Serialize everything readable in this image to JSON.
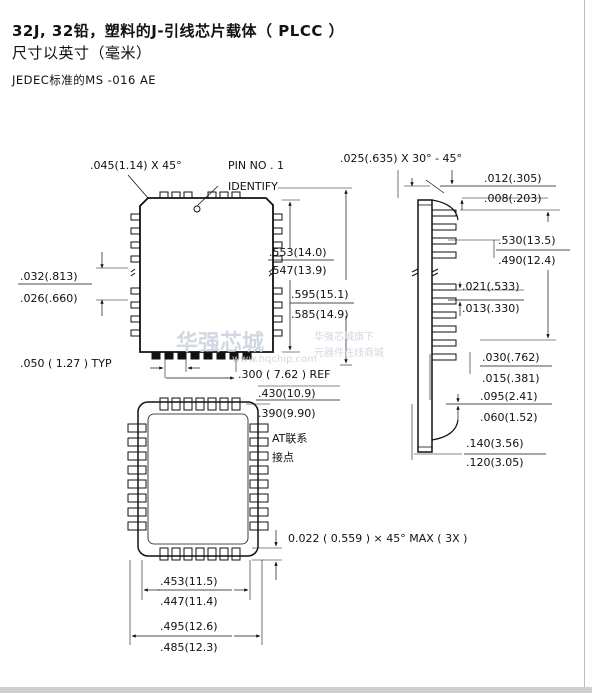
{
  "header": {
    "title": "32J, 32铅，塑料的J-引线芯片载体（  PLCC ）",
    "subtitle": "尺寸以英寸（毫米）",
    "jedec": "JEDEC标准的MS -016 AE"
  },
  "top_view": {
    "chamfer": ".045(1.14) X 45°",
    "pin_no": "PIN NO . 1",
    "identify": "IDENTIFY",
    "lead_width_a": ".032(.813)",
    "lead_width_b": ".026(.660)",
    "body_width_a": ".553(14.0)",
    "body_width_b": ".547(13.9)",
    "overall_a": ".595(15.1)",
    "overall_b": ".585(14.9)",
    "pitch": ".050  (  1.27  )  TYP",
    "ref": ".300  (  7.62  )  REF"
  },
  "side_view": {
    "tip_angle": ".025(.635) X 30° - 45°",
    "dim1_a": ".012(.305)",
    "dim1_b": ".008(.203)",
    "dim2_a": ".530(13.5)",
    "dim2_b": ".490(12.4)",
    "dim3_a": ".021(.533)",
    "dim3_b": ".013(.330)",
    "dim4_a": ".030(.762)",
    "dim4_b": ".015(.381)",
    "dim5_a": ".095(2.41)",
    "dim5_b": ".060(1.52)",
    "dim6_a": ".140(3.56)",
    "dim6_b": ".120(3.05)"
  },
  "bottom_view": {
    "seat_a": ".430(10.9)",
    "seat_b": ".390(9.90)",
    "contact_1": "AT联系",
    "contact_2": "接点",
    "corner": "0.022  (  0.559  ) × 45° MAX  (  3X )",
    "inner_a": ".453(11.5)",
    "inner_b": ".447(11.4)",
    "outer_a": ".495(12.6)",
    "outer_b": ".485(12.3)"
  },
  "watermark": {
    "brand": "华强芯城",
    "site": "www.hqchip.com",
    "slogan_1": "华强芯城旗下",
    "slogan_2": "元器件在线商城"
  }
}
